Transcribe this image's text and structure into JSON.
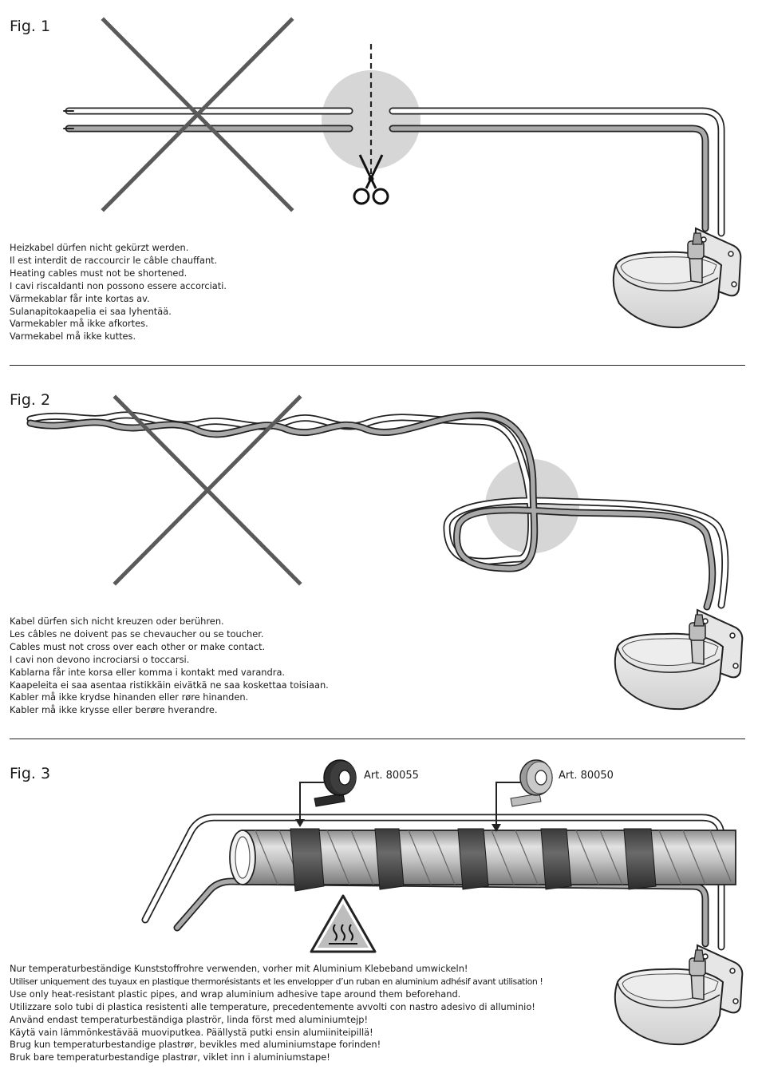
{
  "fig1": {
    "label": "Fig. 1",
    "lines": [
      "Heizkabel dürfen nicht gekürzt werden.",
      "Il est interdit de raccourcir le câble chauffant.",
      "Heating cables must not be shortened.",
      "I cavi riscaldanti non possono essere accorciati.",
      "Värmekablar får inte kortas av.",
      "Sulanapitokaapelia ei saa lyhentää.",
      "Varmekabler må ikke afkortes.",
      "Varmekabel må ikke kuttes."
    ]
  },
  "fig2": {
    "label": "Fig. 2",
    "lines": [
      "Kabel dürfen sich nicht kreuzen oder berühren.",
      "Les câbles ne doivent pas se chevaucher ou se toucher.",
      "Cables must not cross over each other or make contact.",
      "I cavi non devono incrociarsi o toccarsi.",
      "Kablarna får inte korsa eller komma i kontakt med varandra.",
      "Kaapeleita ei saa asentaa ristikkäin eivätkä ne saa koskettaa toisiaan.",
      "Kabler må ikke krydse hinanden eller røre hinanden.",
      "Kabler må ikke krysse eller berøre hverandre."
    ]
  },
  "fig3": {
    "label": "Fig. 3",
    "art_black": "Art. 80055",
    "art_silver": "Art. 80050",
    "lines": [
      "Nur temperaturbeständige Kunststoffrohre verwenden, vorher mit Aluminium Klebeband umwickeln!",
      "Utiliser uniquement des tuyaux en plastique thermorésistants et les envelopper d’un ruban en aluminium adhésif avant utilisation !",
      "Use only heat-resistant plastic pipes, and wrap aluminium adhesive tape around them beforehand.",
      "Utilizzare solo tubi di plastica resistenti alle temperature, precedentemente avvolti con nastro adesivo di alluminio!",
      "Använd endast temperaturbeständiga plaströr, linda först med aluminiumtejp!",
      "Käytä vain lämmönkestävää muoviputkea. Päällystä putki ensin alumiiniteipillä!",
      "Brug kun temperaturbestandige plastrør, bevikles med aluminiumstape forinden!",
      "Bruk bare temperaturbestandige plastrør, viklet inn i aluminiumstape!"
    ]
  }
}
